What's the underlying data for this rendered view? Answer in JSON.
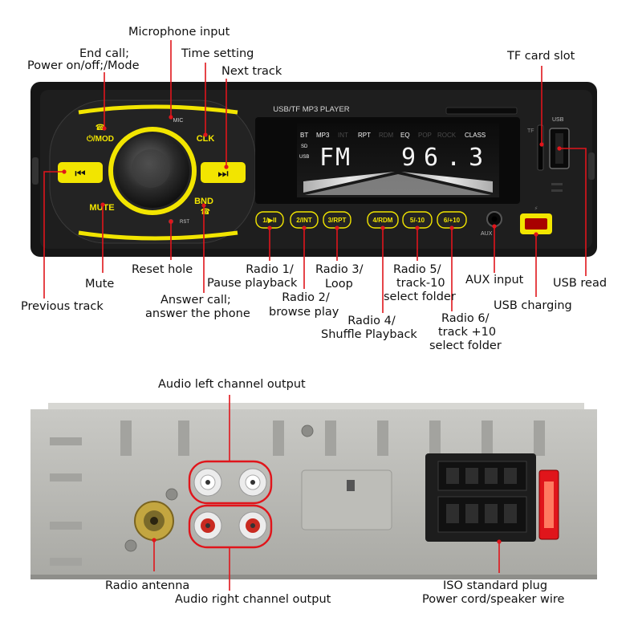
{
  "front_panel": {
    "header": "USB/TF MP3 PLAYER",
    "mic_label": "MIC",
    "rst_label": "RST",
    "aux_port_label": "AUX",
    "usb_port_label": "USB",
    "tf_slot_label": "TF",
    "mod_label": "⏻/MOD",
    "clk_label": "CLK",
    "mute_label": "MUTE",
    "bnd_label": "BND",
    "prev_symbol": "⏮",
    "next_symbol": "⏭",
    "display": {
      "indicators": [
        "BT",
        "MP3",
        "INT",
        "RPT",
        "RDM",
        "EQ",
        "POP",
        "ROCK",
        "CLASS"
      ],
      "active_indicators": [
        "BT",
        "MP3",
        "RPT",
        "EQ",
        "CLASS"
      ],
      "band": "FM",
      "frequency": "96.3",
      "sd_icon": "SD",
      "usb_icon": "USB"
    },
    "buttons": [
      "1/▶II",
      "2/INT",
      "3/RPT",
      "4/RDM",
      "5/-10",
      "6/+10"
    ]
  },
  "labels": {
    "microphone_input": "Microphone input",
    "end_call_1": "End call;",
    "end_call_2": "Power on/off;/Mode",
    "time_setting": "Time setting",
    "next_track": "Next track",
    "tf_card_slot": "TF card slot",
    "reset_hole": "Reset hole",
    "mute": "Mute",
    "previous_track": "Previous track",
    "answer_call_1": "Answer call;",
    "answer_call_2": "answer the phone",
    "radio1_1": "Radio 1/",
    "radio1_2": "Pause playback",
    "radio2_1": "Radio 2/",
    "radio2_2": "browse play",
    "radio3_1": "Radio 3/",
    "radio3_2": "Loop",
    "radio4_1": "Radio 4/",
    "radio4_2": "Shuffle Playback",
    "radio5_1": "Radio 5/",
    "radio5_2": "track-10",
    "radio5_3": "select folder",
    "radio6_1": "Radio 6/",
    "radio6_2": "track +10",
    "radio6_3": "select folder",
    "aux_input": "AUX input",
    "usb_read": "USB read",
    "usb_charging": "USB charging",
    "audio_left": "Audio left channel output",
    "radio_antenna": "Radio antenna",
    "audio_right": "Audio right channel output",
    "iso_1": "ISO standard plug",
    "iso_2": "Power cord/speaker wire"
  },
  "colors": {
    "accent_yellow": "#f2e500",
    "callout_red": "#e0151b",
    "panel_dark": "#1a1a1a",
    "lcd_text": "#f4f4f4",
    "back_panel": "#b9b9b4"
  }
}
